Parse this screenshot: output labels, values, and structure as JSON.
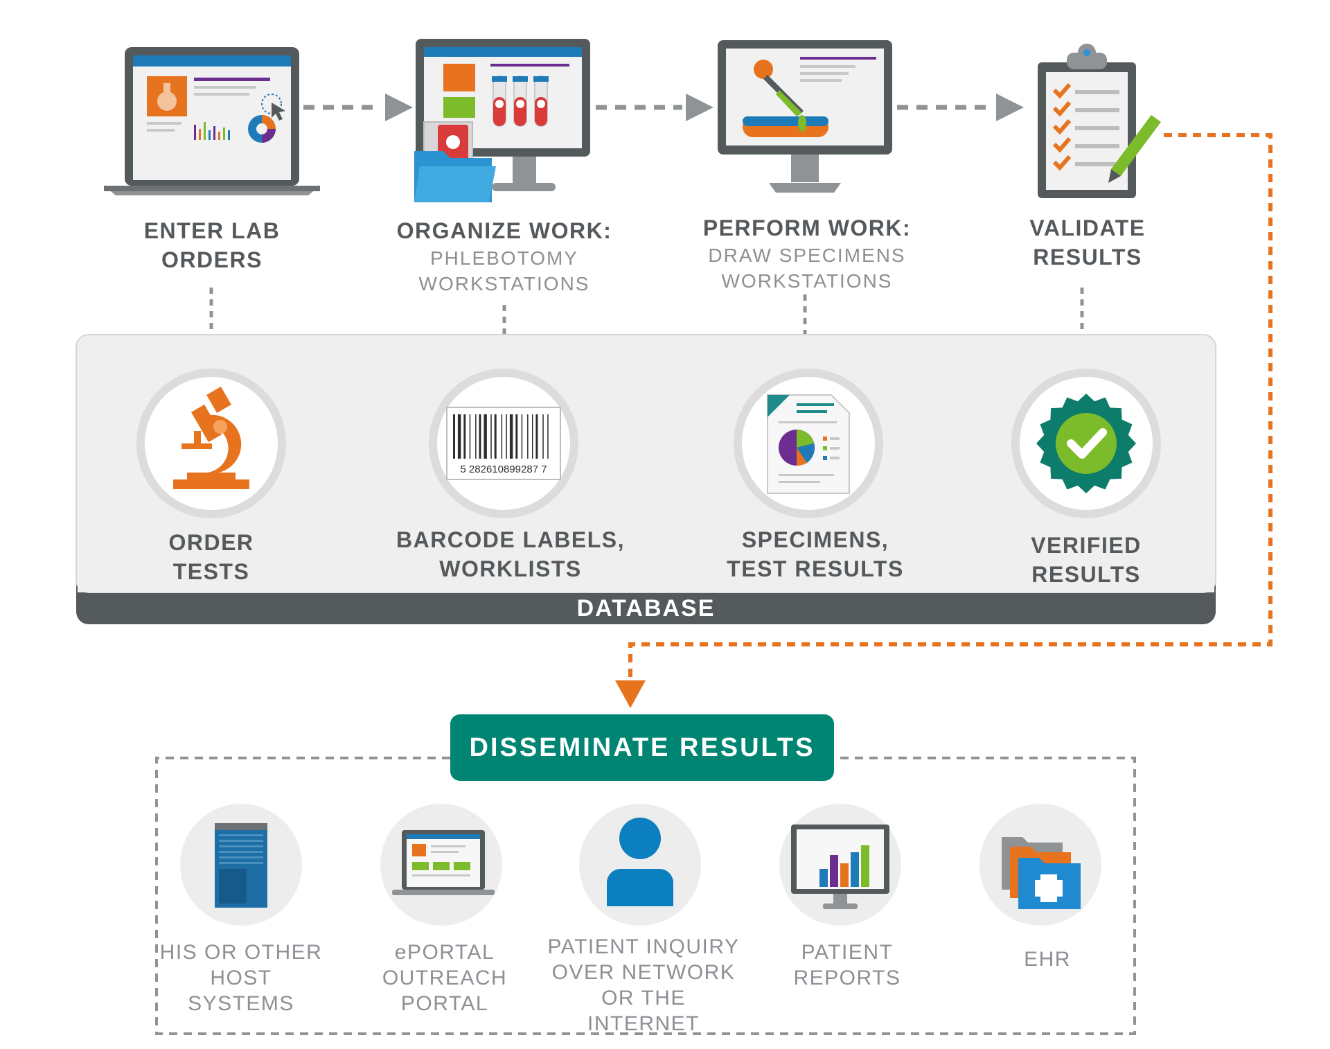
{
  "steps": [
    {
      "title_line1": "ENTER LAB",
      "title_line2": "ORDERS",
      "sub_line1": "",
      "sub_line2": ""
    },
    {
      "title_line1": "ORGANIZE WORK:",
      "title_line2": "",
      "sub_line1": "PHLEBOTOMY",
      "sub_line2": "WORKSTATIONS"
    },
    {
      "title_line1": "PERFORM WORK:",
      "title_line2": "",
      "sub_line1": "DRAW SPECIMENS",
      "sub_line2": "WORKSTATIONS"
    },
    {
      "title_line1": "VALIDATE",
      "title_line2": "RESULTS",
      "sub_line1": "",
      "sub_line2": ""
    }
  ],
  "database": {
    "label": "DATABASE",
    "items": [
      {
        "line1": "ORDER",
        "line2": "TESTS",
        "icon": "microscope-icon"
      },
      {
        "line1": "BARCODE LABELS,",
        "line2": "WORKLISTS",
        "icon": "barcode-icon"
      },
      {
        "line1": "SPECIMENS,",
        "line2": "TEST RESULTS",
        "icon": "report-icon"
      },
      {
        "line1": "VERIFIED",
        "line2": "RESULTS",
        "icon": "verified-badge-icon"
      }
    ],
    "barcode_number": "5  282610899287  7"
  },
  "disseminate": {
    "label": "DISSEMINATE RESULTS",
    "outputs": [
      {
        "lines": [
          "HIS OR OTHER",
          "HOST SYSTEMS"
        ],
        "icon": "server-icon"
      },
      {
        "lines": [
          "ePORTAL",
          "OUTREACH",
          "PORTAL"
        ],
        "icon": "laptop-icon"
      },
      {
        "lines": [
          "PATIENT INQUIRY",
          "OVER NETWORK",
          "OR THE INTERNET"
        ],
        "icon": "person-icon"
      },
      {
        "lines": [
          "PATIENT",
          "REPORTS"
        ],
        "icon": "bar-chart-monitor-icon"
      },
      {
        "lines": [
          "EHR"
        ],
        "icon": "medical-folders-icon"
      }
    ]
  },
  "colors": {
    "orange": "#e8731f",
    "teal": "#008573",
    "dark_gray": "#54595c",
    "panel_gray": "#efefef",
    "arrow_gray": "#8f9396",
    "text_gray": "#55595c",
    "light_text": "#8c9094",
    "blue": "#0b7fbf",
    "green": "#7cbb2a",
    "purple": "#6b2d8f"
  }
}
